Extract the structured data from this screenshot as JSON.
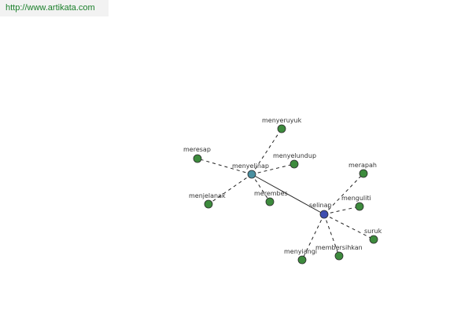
{
  "header": {
    "url": "http://www.artikata.com"
  },
  "colors": {
    "leaf_node": "#3d8b3d",
    "hub_node": "#4a8fa0",
    "root_node": "#3f4fb0",
    "node_stroke": "#2b2b2b",
    "edge": "#222222"
  },
  "graph": {
    "nodes": [
      {
        "id": "menyelinap",
        "label": "menyelinap",
        "kind": "hub"
      },
      {
        "id": "selinap",
        "label": "selinap",
        "kind": "root"
      },
      {
        "id": "menyeruyuk",
        "label": "menyeruyuk",
        "kind": "leaf"
      },
      {
        "id": "meresap",
        "label": "meresap",
        "kind": "leaf"
      },
      {
        "id": "menyelundup",
        "label": "menyelundup",
        "kind": "leaf"
      },
      {
        "id": "menjelanak",
        "label": "menjelanak",
        "kind": "leaf"
      },
      {
        "id": "merembes",
        "label": "merembes",
        "kind": "leaf"
      },
      {
        "id": "merapah",
        "label": "merapah",
        "kind": "leaf"
      },
      {
        "id": "menguliti",
        "label": "menguliti",
        "kind": "leaf"
      },
      {
        "id": "suruk",
        "label": "suruk",
        "kind": "leaf"
      },
      {
        "id": "membersihkan",
        "label": "membersihkan",
        "kind": "leaf"
      },
      {
        "id": "menyiangi",
        "label": "menyiangi",
        "kind": "leaf"
      }
    ],
    "edges": [
      {
        "from": "menyelinap",
        "to": "selinap",
        "style": "solid"
      },
      {
        "from": "menyelinap",
        "to": "menyeruyuk",
        "style": "dashed"
      },
      {
        "from": "menyelinap",
        "to": "meresap",
        "style": "dashed"
      },
      {
        "from": "menyelinap",
        "to": "menyelundup",
        "style": "dashed"
      },
      {
        "from": "menyelinap",
        "to": "menjelanak",
        "style": "dashed"
      },
      {
        "from": "menyelinap",
        "to": "merembes",
        "style": "dashed"
      },
      {
        "from": "selinap",
        "to": "merapah",
        "style": "dashed"
      },
      {
        "from": "selinap",
        "to": "menguliti",
        "style": "dashed"
      },
      {
        "from": "selinap",
        "to": "suruk",
        "style": "dashed"
      },
      {
        "from": "selinap",
        "to": "membersihkan",
        "style": "dashed"
      },
      {
        "from": "selinap",
        "to": "menyiangi",
        "style": "dashed"
      }
    ]
  }
}
